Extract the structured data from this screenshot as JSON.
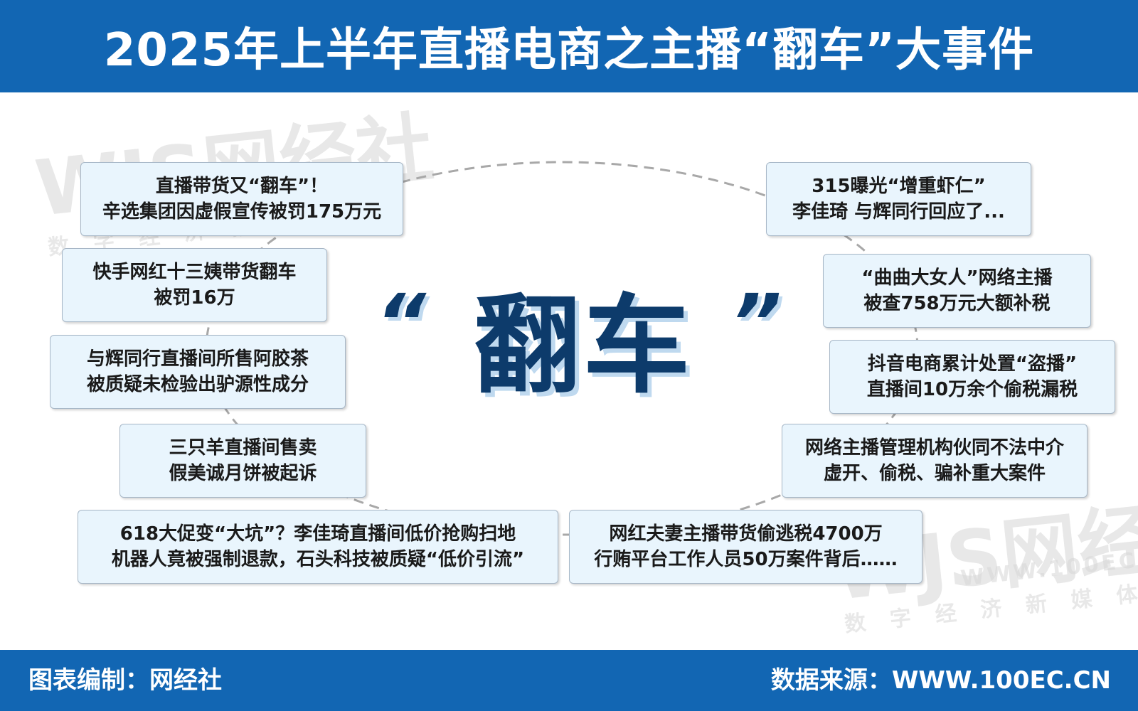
{
  "header": {
    "title": "2025年上半年直播电商之主播“翻车”大事件"
  },
  "center": {
    "word": "翻车",
    "open_quote": "“",
    "close_quote": "”"
  },
  "events": [
    {
      "line1": "直播带货又“翻车”！",
      "line2": "辛选集团因虚假宣传被罚175万元"
    },
    {
      "line1": "快手网红十三姨带货翻车",
      "line2": "被罚16万"
    },
    {
      "line1": "与辉同行直播间所售阿胶茶",
      "line2": "被质疑未检验出驴源性成分"
    },
    {
      "line1": "三只羊直播间售卖",
      "line2": "假美诚月饼被起诉"
    },
    {
      "line1": "618大促变“大坑”？李佳琦直播间低价抢购扫地",
      "line2": "机器人竟被强制退款，石头科技被质疑“低价引流”"
    },
    {
      "line1": "315曝光“增重虾仁”",
      "line2": "李佳琦 与辉同行回应了..."
    },
    {
      "line1": "“曲曲大女人”网络主播",
      "line2": "被查758万元大额补税"
    },
    {
      "line1": "抖音电商累计处置“盗播”",
      "line2": "直播间10万余个偷税漏税"
    },
    {
      "line1": "网络主播管理机构伙同不法中介",
      "line2": "虚开、偷税、骗补重大案件"
    },
    {
      "line1": "网红夫妻主播带货偷逃税4700万",
      "line2": "行贿平台工作人员50万案件背后……"
    }
  ],
  "footer": {
    "left": "图表编制：网经社",
    "right": "数据来源：WWW.100EC.CN"
  },
  "watermark": {
    "brand": "WJS网经社",
    "sub": "数字经济新媒体",
    "url": "WWW.100EC.CN"
  }
}
